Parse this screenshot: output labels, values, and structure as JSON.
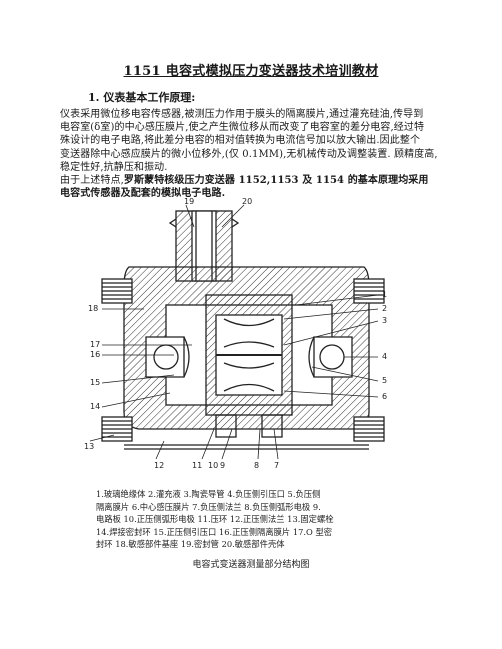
{
  "title": "1151 电容式模拟压力变送器技术培训教材",
  "section": "1.   仪表基本工作原理:",
  "paragraph_lines": [
    "仪表采用微位移电容传感器,被测压力作用于膜头的隔离膜片,通过灌充硅油,传导到",
    "电容室(δ室)的中心感压膜片,使之产生微位移从而改变了电容室的差分电容,经过特",
    "殊设计的电子电路,将此差分电容的相对值转换为电流信号加以放大输出.因此整个",
    "变送器除中心感应膜片的微小位移外,(仅 0.1MM),无机械传动及调整装置. 顾精度高,",
    "稳定性好,抗静压和振动."
  ],
  "note_line_1_prefix": "由于上述特点,",
  "note_line_1_bold": "罗斯蒙特核级压力变送器 1152,1153 及 1154 的基本原理均采用",
  "note_line_2": "电容式传感器及配套的模拟电子电路.",
  "diagram_labels": {
    "l1": "1",
    "l2": "2",
    "l3": "3",
    "l4": "4",
    "l5": "5",
    "l6": "6",
    "l7": "7",
    "l8": "8",
    "l9": "9",
    "l10": "10",
    "l11": "11",
    "l12": "12",
    "l13": "13",
    "l14": "14",
    "l15": "15",
    "l16": "16",
    "l17": "17",
    "l18": "18",
    "l19": "19",
    "l20": "20"
  },
  "legend_lines": [
    "1.玻璃绝缘体   2.灌充液   3.陶瓷导管   4.负压侧引压口   5.负压侧",
    "隔离膜片   6.中心感压膜片   7.负压侧法兰   8.负压侧弧形电极   9.",
    "电路板 10.正压侧弧形电极   11.压环   12.正压侧法兰 13.固定螺栓",
    "14.焊接密封环   15.正压侧引压口   16.正压侧隔离膜片   17.O 型密",
    "封环   18.敏感部件基座   19.密封管   20.敏感部件壳体"
  ],
  "caption": "电容式变送器测量部分结构图"
}
